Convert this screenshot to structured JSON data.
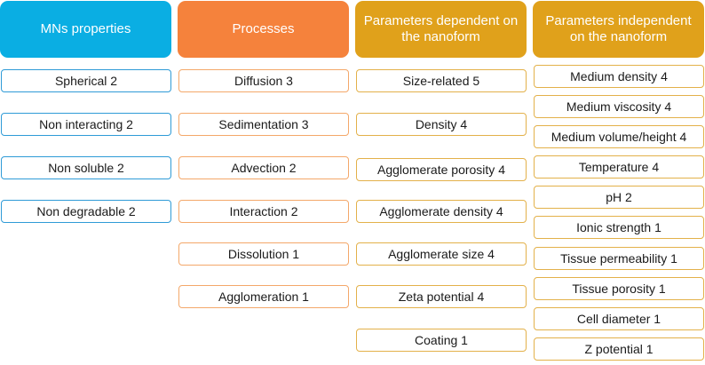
{
  "columns": [
    {
      "title": "MNs properties",
      "items": [
        "Spherical 2",
        "Non interacting 2",
        "Non soluble 2",
        "Non degradable 2"
      ]
    },
    {
      "title": "Processes",
      "items": [
        "Diffusion 3",
        "Sedimentation 3",
        "Advection 2",
        "Interaction 2",
        "Dissolution 1",
        "Agglomeration 1"
      ]
    },
    {
      "title": "Parameters dependent on the nanoform",
      "items": [
        "Size-related 5",
        "Density  4",
        "Agglomerate porosity 4",
        "Agglomerate density  4",
        "Agglomerate size 4",
        "Zeta potential 4",
        "Coating 1"
      ]
    },
    {
      "title": "Parameters independent on the nanoform",
      "items": [
        "Medium density 4",
        "Medium viscosity 4",
        "Medium volume/height 4",
        "Temperature 4",
        "pH 2",
        "Ionic strength 1",
        "Tissue permeability 1",
        "Tissue porosity 1",
        "Cell diameter 1",
        "Z potential 1"
      ]
    }
  ],
  "colors": {
    "col1_header": "#0aaee3",
    "col2_header": "#f5823c",
    "col3_header": "#e0a11b",
    "col4_header": "#e0a11b",
    "col1_border": "#2f9bd7",
    "col2_border": "#f4a86a",
    "col3_border": "#e3b14a",
    "col4_border": "#e3b14a"
  }
}
